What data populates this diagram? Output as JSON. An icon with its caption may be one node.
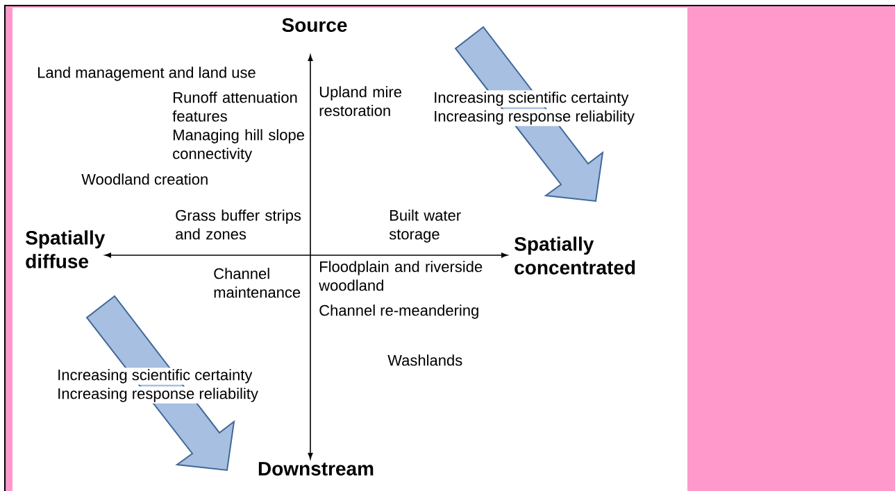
{
  "diagram": {
    "labels": [
      "Source",
      "Land management and land use",
      "Runoff attenuation features",
      "Upland mire restoration",
      "Increasing scientific certainty",
      "Increasing response reliability",
      "Managing hill slope connectivity",
      "Woodland creation",
      "Grass buffer strips and zones",
      "Built water storage",
      "Spatially diffuse",
      "Spatially concentrated",
      "Channel maintenance",
      "Floodplain and riverside woodland",
      "Channel re-meandering",
      "Washlands",
      "Increasing scientific certainty",
      "Increasing response reliability",
      "Downstream"
    ]
  }
}
